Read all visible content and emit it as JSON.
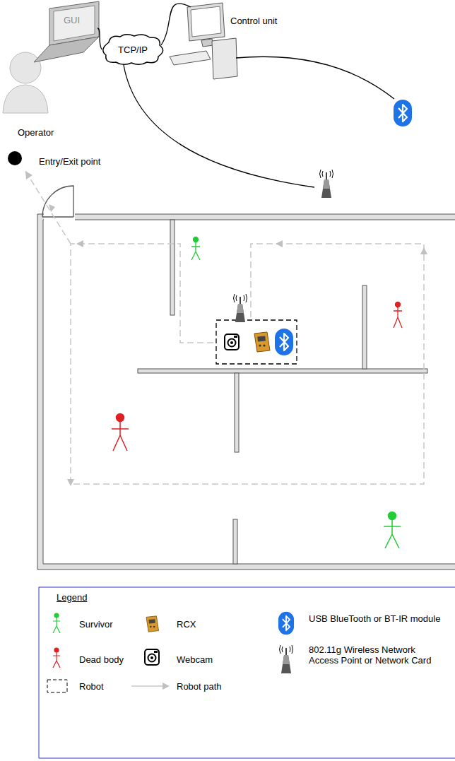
{
  "diagram": {
    "nodes": [
      {
        "text": [
          "GUI",
          "Operator"
        ]
      },
      {
        "text": [
          "TCP/IP"
        ]
      },
      {
        "text": [
          "Control unit"
        ]
      }
    ],
    "edges": [
      {
        "from": 0,
        "to": 1,
        "arrow": "none"
      },
      {
        "from": 1,
        "to": 2,
        "arrow": "none"
      }
    ],
    "labels": [
      "Entry/Exit point",
      "Legend"
    ],
    "legend": [
      {
        "text": "Survivor"
      },
      {
        "text": "RCX"
      },
      {
        "text": "USB BlueTooth or BT-IR module"
      },
      {
        "text": "Dead body"
      },
      {
        "text": "Webcam"
      },
      {
        "text": "802.11g Wireless Network Access Point or Network Card"
      },
      {
        "text": "Robot"
      },
      {
        "text": "Robot path"
      }
    ]
  }
}
